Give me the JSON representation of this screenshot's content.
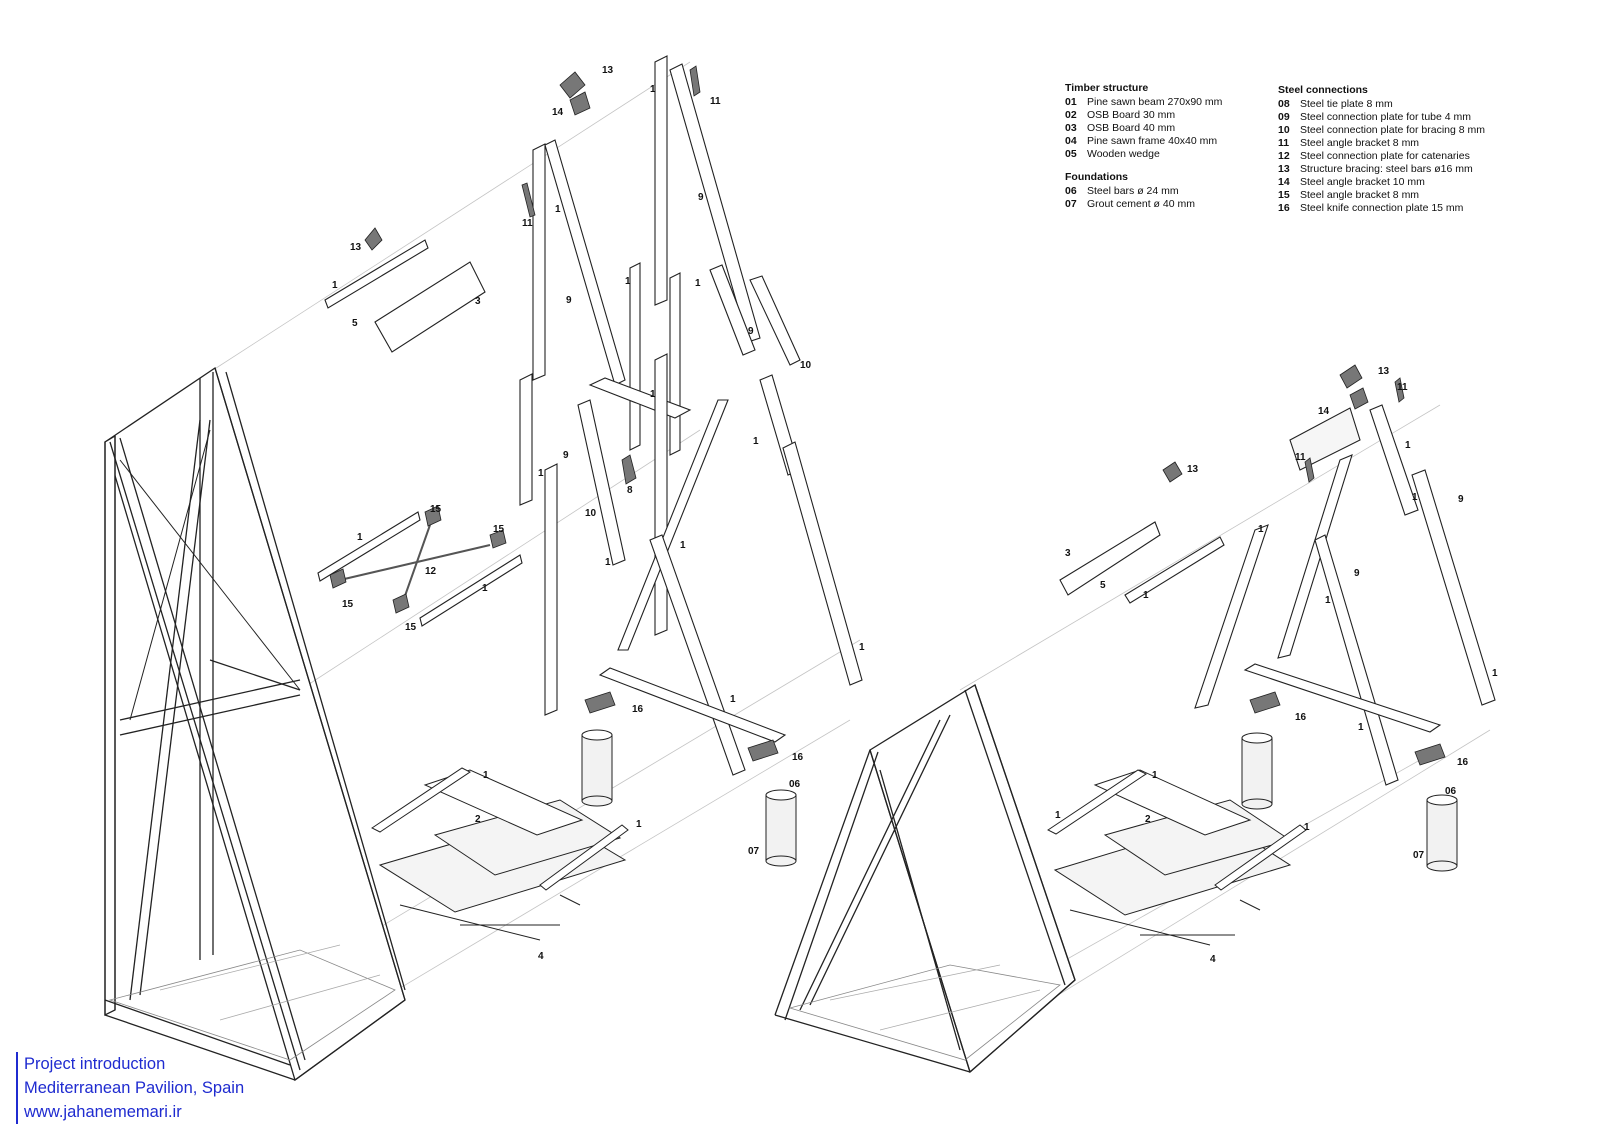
{
  "legend": {
    "timber": {
      "title": "Timber structure",
      "items": [
        {
          "code": "01",
          "text": "Pine sawn beam 270x90 mm"
        },
        {
          "code": "02",
          "text": "OSB Board 30 mm"
        },
        {
          "code": "03",
          "text": "OSB Board 40 mm"
        },
        {
          "code": "04",
          "text": "Pine sawn frame 40x40 mm"
        },
        {
          "code": "05",
          "text": "Wooden wedge"
        }
      ]
    },
    "foundations": {
      "title": "Foundations",
      "items": [
        {
          "code": "06",
          "text": "Steel bars ø 24 mm"
        },
        {
          "code": "07",
          "text": "Grout cement ø 40 mm"
        }
      ]
    },
    "steel": {
      "title": "Steel connections",
      "items": [
        {
          "code": "08",
          "text": "Steel tie plate 8 mm"
        },
        {
          "code": "09",
          "text": "Steel connection plate for tube 4 mm"
        },
        {
          "code": "10",
          "text": "Steel connection plate for bracing 8 mm"
        },
        {
          "code": "11",
          "text": "Steel angle bracket 8 mm"
        },
        {
          "code": "12",
          "text": "Steel connection plate for catenaries"
        },
        {
          "code": "13",
          "text": "Structure bracing: steel bars ø16 mm"
        },
        {
          "code": "14",
          "text": "Steel angle bracket 10 mm"
        },
        {
          "code": "15",
          "text": "Steel angle bracket 8 mm"
        },
        {
          "code": "16",
          "text": "Steel knife connection plate 15 mm"
        }
      ]
    }
  },
  "callouts": [
    "1",
    "2",
    "3",
    "4",
    "5",
    "06",
    "07",
    "8",
    "9",
    "10",
    "11",
    "12",
    "13",
    "14",
    "15",
    "16"
  ],
  "caption": {
    "line1": "Project introduction",
    "line2": "Mediterranean Pavilion, Spain",
    "line3": "www.jahanememari.ir"
  },
  "colors": {
    "ink": "#111111",
    "line": "#444444",
    "construction": "#bbbbbb",
    "steel_fill": "#666666",
    "caption": "#1f2bd0"
  }
}
